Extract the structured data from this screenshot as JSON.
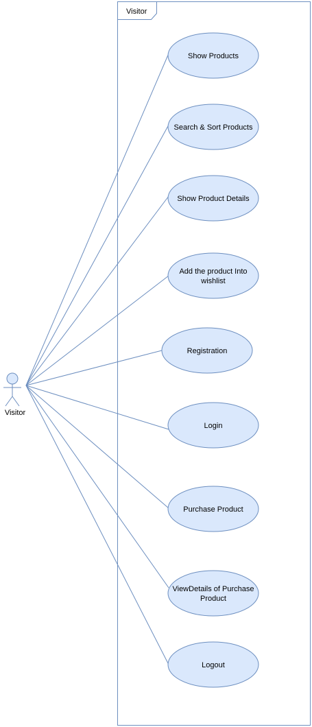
{
  "frame": {
    "title": "Visitor"
  },
  "actor": {
    "label": "Visitor"
  },
  "use_cases": [
    {
      "lines": [
        "Show Products"
      ]
    },
    {
      "lines": [
        "Search &  Sort Products"
      ]
    },
    {
      "lines": [
        "Show Product Details"
      ]
    },
    {
      "lines": [
        "Add the product Into",
        "wishlist"
      ]
    },
    {
      "lines": [
        "Registration"
      ]
    },
    {
      "lines": [
        "Login"
      ]
    },
    {
      "lines": [
        "Purchase Product"
      ]
    },
    {
      "lines": [
        "ViewDetails of Purchase",
        "Product"
      ]
    },
    {
      "lines": [
        "Logout"
      ]
    }
  ],
  "colors": {
    "stroke": "#6c8ebf",
    "fill": "#dae8fc"
  }
}
